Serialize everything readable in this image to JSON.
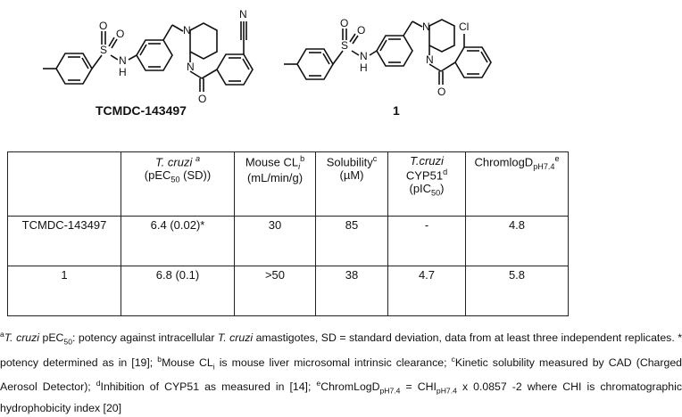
{
  "compounds": {
    "left": {
      "label": "TCMDC-143497",
      "substituent": "N"
    },
    "right": {
      "label": "1",
      "substituent": "Cl"
    },
    "atoms": {
      "sulfonyl_o": "O",
      "sulfur": "S",
      "nh": "N",
      "h": "H",
      "piperazine_n": "N",
      "carbonyl_o": "O"
    }
  },
  "table": {
    "headers": {
      "tcruzi_italic": "T. cruzi",
      "tcruzi_sup": "a",
      "tcruzi_line2_pre": "(pEC",
      "tcruzi_line2_sub": "50",
      "tcruzi_line2_post": "(SD))",
      "mouse_line1": "Mouse CL",
      "mouse_sub": "i",
      "mouse_sup": "b",
      "mouse_line2": "(mL/min/g)",
      "sol_line1": "Solubility",
      "sol_sup": "c",
      "sol_line2": "(µM)",
      "cyp_italic": "T.cruzi",
      "cyp_line2": "CYP51",
      "cyp_sup": "d",
      "cyp_line3_pre": "(pIC",
      "cyp_line3_sub": "50",
      "cyp_line3_post": ")",
      "logd_main": "ChromlogD",
      "logd_sub": "pH7.4",
      "logd_sup": "e"
    },
    "rows": [
      {
        "compound": "TCMDC-143497",
        "tcruzi": "6.4 (0.02)*",
        "mouse": "30",
        "solubility": "85",
        "cyp51": "-",
        "logd": "4.8"
      },
      {
        "compound": "1",
        "tcruzi": "6.8 (0.1)",
        "mouse": ">50",
        "solubility": "38",
        "cyp51": "4.7",
        "logd": "5.8"
      }
    ]
  },
  "footnote": {
    "a_sup": "a",
    "a_italic1": "T. cruzi",
    "a_t1": " pEC",
    "a_sub": "50",
    "a_t2": ": potency against intracellular ",
    "a_italic2": "T. cruzi",
    "a_t3": " amastigotes, SD = standard deviation, data from at least three independent replicates. * potency determined as in [19]; ",
    "b_sup": "b",
    "b_t1": "Mouse CL",
    "b_sub": "i",
    "b_t2": " is mouse liver microsomal intrinsic clearance; ",
    "c_sup": "c",
    "c_t": "Kinetic solubility measured by CAD (Charged Aerosol Detector);  ",
    "d_sup": "d",
    "d_t": "Inhibition of CYP51 as measured in [14]; ",
    "e_sup": "e",
    "e_t1": "ChromLogD",
    "e_sub1": "pH7.4",
    "e_t2": " = CHI",
    "e_sub2": "pH7.4",
    "e_t3": " x 0.0857 -2 where CHI is chromatographic hydrophobicity index [20]"
  }
}
